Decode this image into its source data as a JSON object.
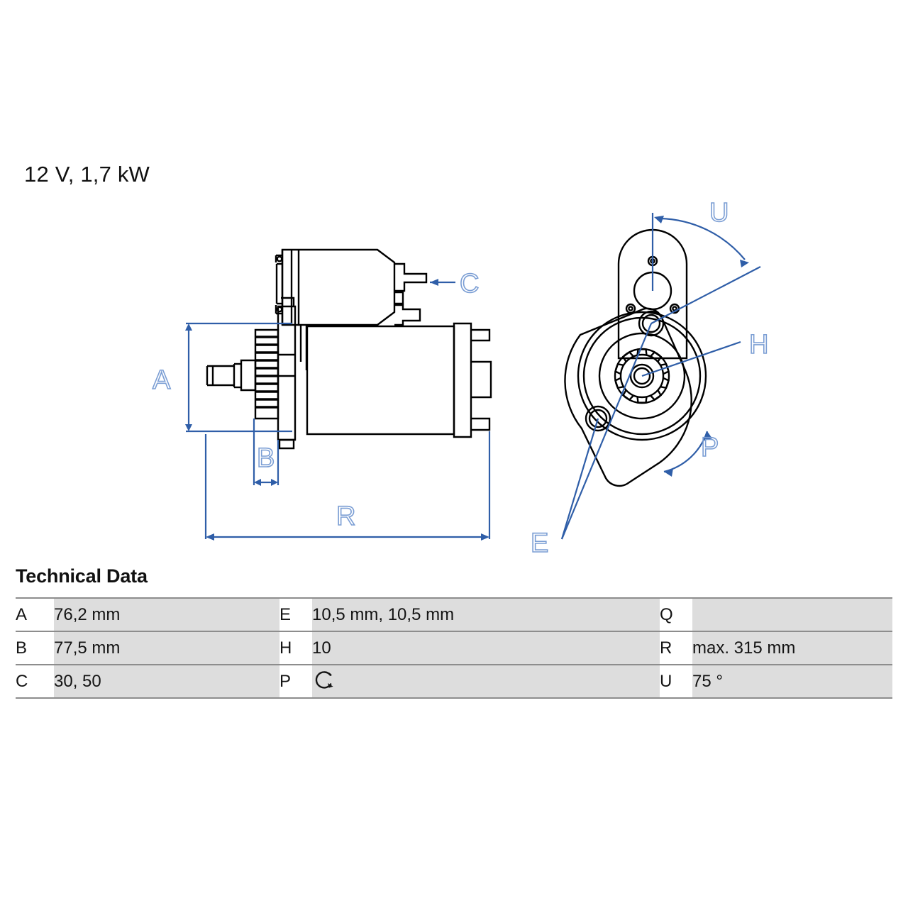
{
  "title": "12 V, 1,7 kW",
  "colors": {
    "dimension_blue": "#2f5ea8",
    "label_blue": "#7b9ed4",
    "outline_black": "#000000",
    "table_value_bg": "#dddddd",
    "table_rule": "#8d8d8d",
    "page_bg": "#ffffff"
  },
  "drawing": {
    "side_view": {
      "name": "starter-motor-side-view",
      "dimension_labels": [
        {
          "id": "A",
          "text": "A",
          "orientation": "vertical",
          "description": "mounting flange height"
        },
        {
          "id": "B",
          "text": "B",
          "orientation": "horizontal",
          "description": "pinion projection depth"
        },
        {
          "id": "C",
          "text": "C",
          "orientation": "leader-arrow",
          "description": "solenoid terminals"
        },
        {
          "id": "R",
          "text": "R",
          "orientation": "horizontal",
          "description": "overall length"
        }
      ]
    },
    "end_view": {
      "name": "starter-motor-end-view",
      "dimension_labels": [
        {
          "id": "U",
          "text": "U",
          "orientation": "angular-arc",
          "description": "flange hole angle"
        },
        {
          "id": "E",
          "text": "E",
          "orientation": "leader-lines",
          "description": "mounting hole diameters"
        },
        {
          "id": "H",
          "text": "H",
          "orientation": "leader-line",
          "description": "pinion tooth count"
        },
        {
          "id": "P",
          "text": "P",
          "orientation": "rotation-arc",
          "description": "direction of rotation"
        }
      ],
      "pinion_teeth": 10
    }
  },
  "tech_data": {
    "heading": "Technical Data",
    "rows": [
      {
        "k1": "A",
        "v1": "76,2 mm",
        "k2": "E",
        "v2": "10,5 mm, 10,5 mm",
        "k3": "Q",
        "v3": ""
      },
      {
        "k1": "B",
        "v1": "77,5 mm",
        "k2": "H",
        "v2": "10",
        "k3": "R",
        "v3": "max. 315 mm"
      },
      {
        "k1": "C",
        "v1": "30, 50",
        "k2": "P",
        "v2": "",
        "k3": "U",
        "v3": "75 °"
      }
    ],
    "p_symbol_name": "clockwise-rotation-icon"
  }
}
